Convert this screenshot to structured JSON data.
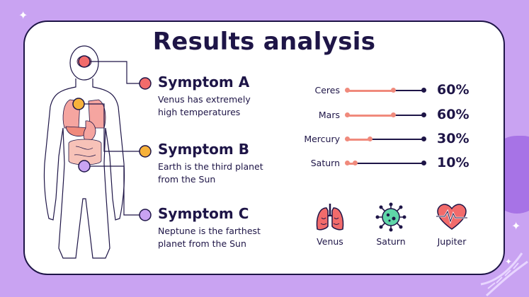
{
  "title": "Results analysis",
  "symptoms": [
    {
      "title": "Symptom A",
      "description": "Venus has extremely high temperatures",
      "color": "#f26b6b"
    },
    {
      "title": "Symptom B",
      "description": "Earth is the third planet from the Sun",
      "color": "#f7b23b"
    },
    {
      "title": "Symptom C",
      "description": "Neptune is the farthest planet from the Sun",
      "color": "#c9a3f2"
    }
  ],
  "chart_data": {
    "type": "bar",
    "categories": [
      "Ceres",
      "Mars",
      "Mercury",
      "Saturn"
    ],
    "values": [
      60,
      60,
      30,
      10
    ],
    "value_labels": [
      "60%",
      "60%",
      "30%",
      "10%"
    ],
    "ylim": [
      0,
      100
    ]
  },
  "icons": [
    {
      "label": "Venus",
      "icon": "lungs-icon"
    },
    {
      "label": "Saturn",
      "icon": "virus-icon"
    },
    {
      "label": "Jupiter",
      "icon": "heart-pulse-icon"
    }
  ],
  "colors": {
    "background": "#c9a3f2",
    "ink": "#1e1547",
    "accent": "#f08a7c",
    "blob": "#a773e6"
  }
}
